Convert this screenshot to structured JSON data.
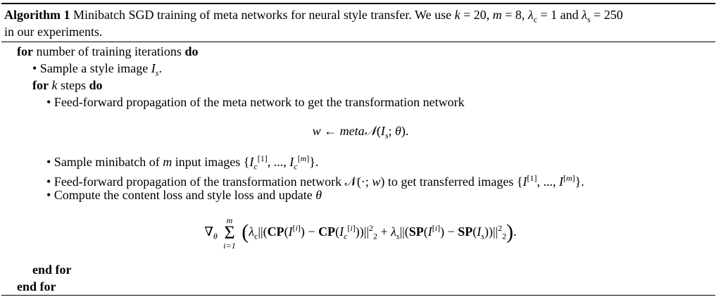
{
  "algorithm": {
    "label": "Algorithm 1",
    "caption_line1": "Minibatch SGD training of meta networks for neural style transfer. We use k = 20, m = 8, λc = 1 and λs = 250",
    "caption_line2": "in our experiments.",
    "lines": {
      "for_outer": "for number of training iterations do",
      "sample_style": "• Sample a style image Is.",
      "for_inner": "for k steps do",
      "feed_meta": "• Feed-forward propagation of the meta network to get the transformation network",
      "eq_meta": "w ← metaN(Is; θ).",
      "sample_minibatch": "• Sample minibatch of m input images {Ic[1], ..., Ic[m]}.",
      "feed_transform": "• Feed-forward propagation of the transformation network N(·; w) to get transferred images {I[1], ..., I[m]}.",
      "compute_loss": "• Compute the content loss and style loss and update θ",
      "eq_update": "∇θ Σ_{i=1}^{m} ( λc||(CP(I[i]) − CP(Ic[i]))||²₂ + λs||(SP(I[i]) − SP(Is))||²₂ ).",
      "end_inner": "end for",
      "end_outer": "end for"
    }
  }
}
